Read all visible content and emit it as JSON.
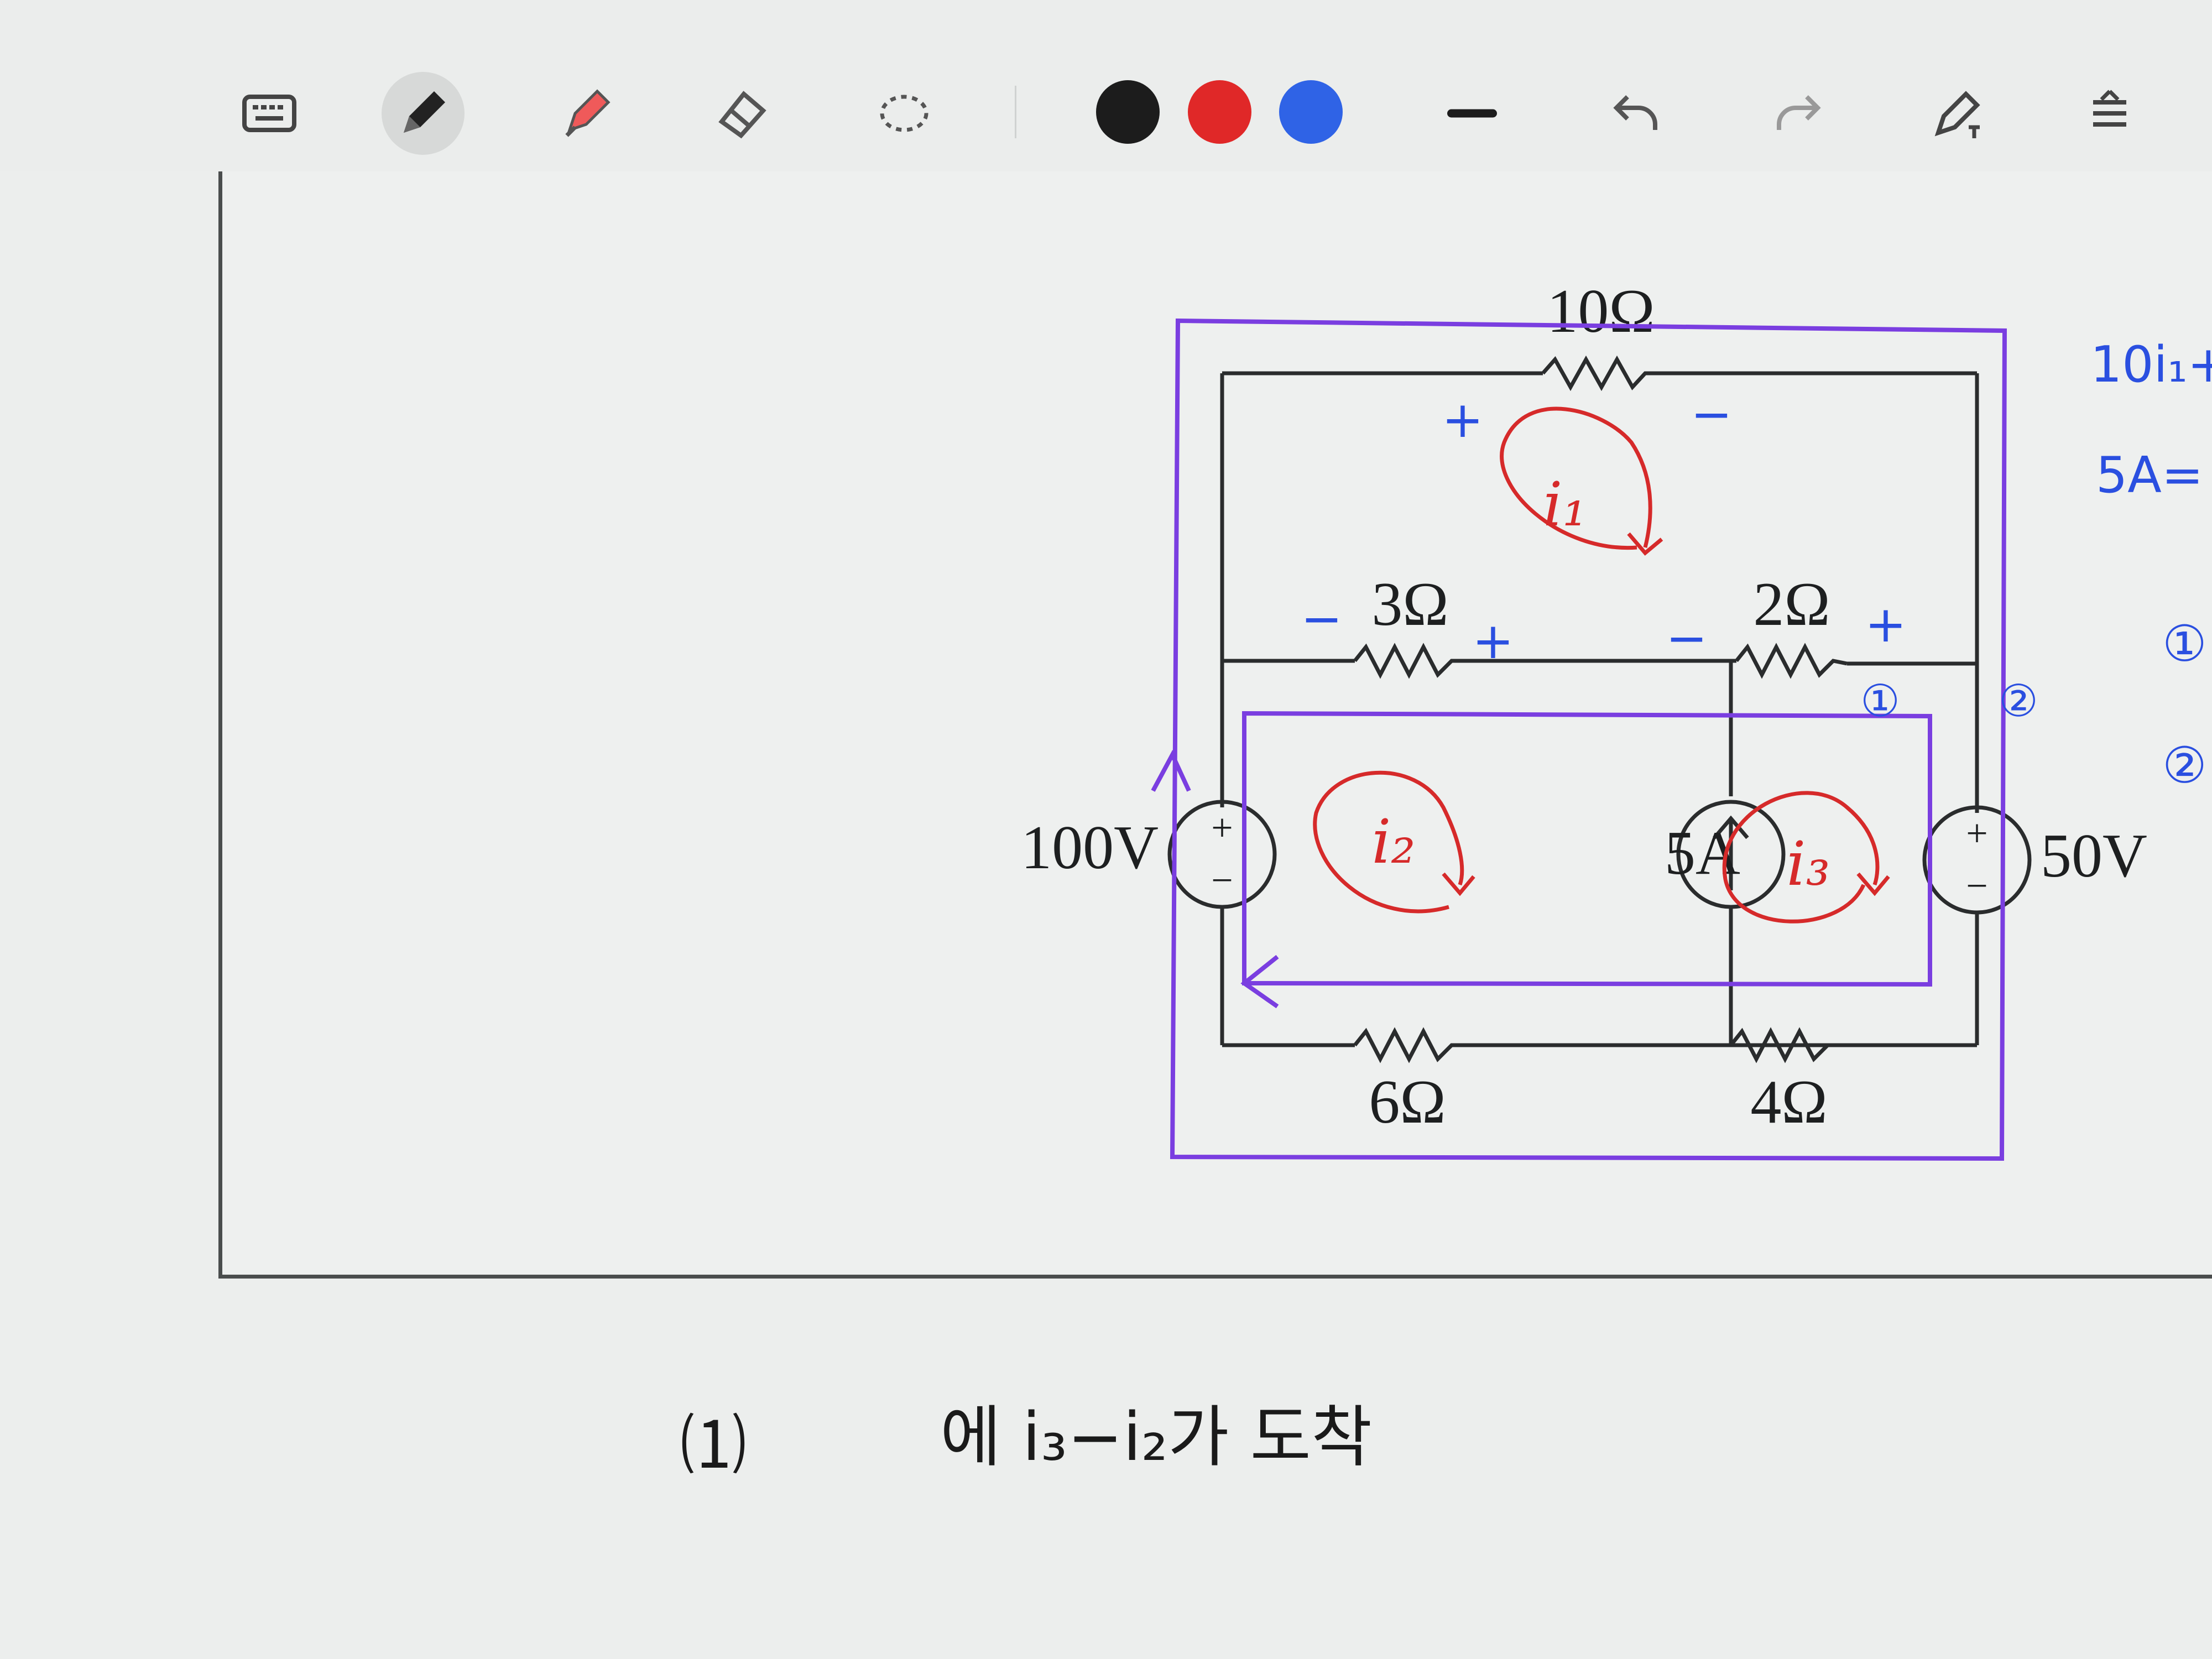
{
  "toolbar": {
    "tools": [
      "keyboard-icon",
      "pen-icon",
      "highlighter-icon",
      "eraser-icon",
      "lasso-icon"
    ],
    "colors": [
      "#1c1c1c",
      "#e02828",
      "#2f63e6"
    ],
    "actions": [
      "stroke-width-icon",
      "undo-icon",
      "redo-icon",
      "pen-settings-icon",
      "more-icon"
    ]
  },
  "circuit": {
    "r_top": "10Ω",
    "r_mid_left": "3Ω",
    "r_mid_right": "2Ω",
    "r_bottom_left": "6Ω",
    "r_bottom_right": "4Ω",
    "v_left": "100V",
    "i_source": "5A",
    "v_right": "50V",
    "plus": "+",
    "minus": "−"
  },
  "annotations": {
    "mesh1": "i₁",
    "mesh2": "i₂",
    "mesh3": "i₃",
    "signs": [
      "+",
      "−",
      "−",
      "+",
      "−",
      "+"
    ],
    "node1": "①",
    "node2": "②",
    "margin_line1": "10i₁+",
    "margin_line2": "5A=",
    "margin_line3": "①",
    "margin_line4": "②",
    "bottom_note_prefix": "⑴",
    "bottom_note_rest": "에 i₃−i₂가 도착"
  }
}
